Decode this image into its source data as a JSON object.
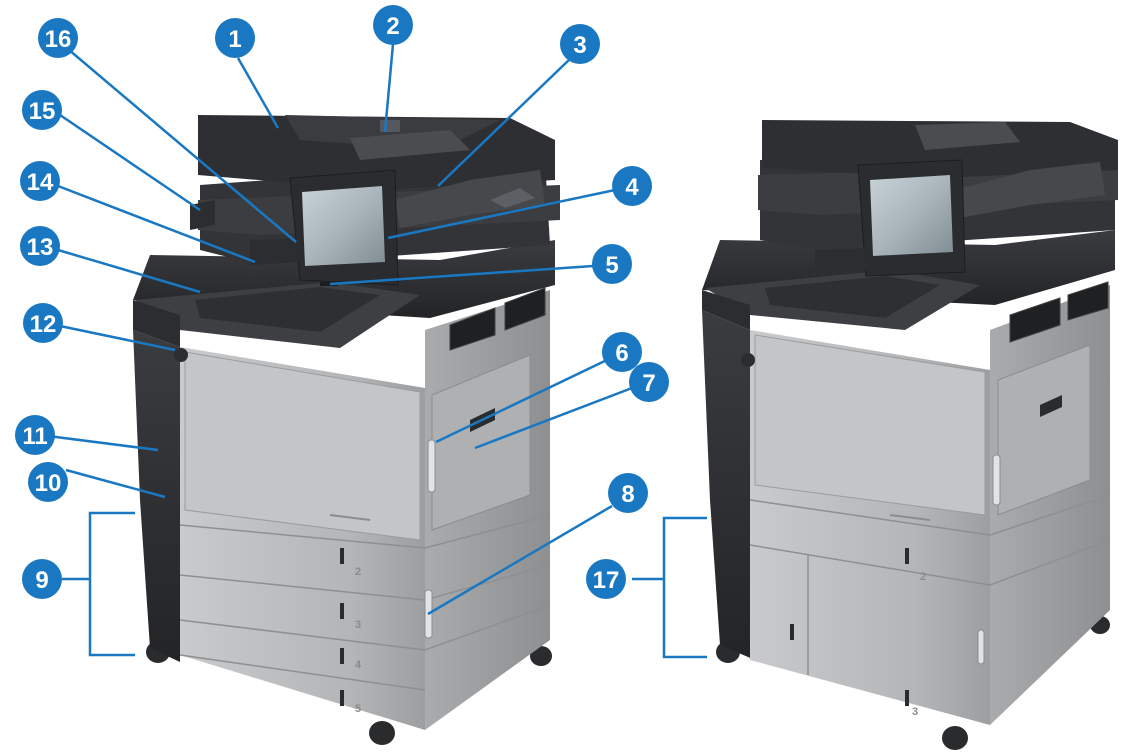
{
  "callouts": [
    {
      "id": "c1",
      "label": "1"
    },
    {
      "id": "c2",
      "label": "2"
    },
    {
      "id": "c3",
      "label": "3"
    },
    {
      "id": "c4",
      "label": "4"
    },
    {
      "id": "c5",
      "label": "5"
    },
    {
      "id": "c6",
      "label": "6"
    },
    {
      "id": "c7",
      "label": "7"
    },
    {
      "id": "c8",
      "label": "8"
    },
    {
      "id": "c9",
      "label": "9"
    },
    {
      "id": "c10",
      "label": "10"
    },
    {
      "id": "c11",
      "label": "11"
    },
    {
      "id": "c12",
      "label": "12"
    },
    {
      "id": "c13",
      "label": "13"
    },
    {
      "id": "c14",
      "label": "14"
    },
    {
      "id": "c15",
      "label": "15"
    },
    {
      "id": "c16",
      "label": "16"
    },
    {
      "id": "c17",
      "label": "17"
    }
  ],
  "printer_left": {
    "tray_labels": {
      "t2": "2",
      "t3": "3",
      "t4": "4",
      "t5": "5"
    }
  },
  "printer_right": {
    "tray_labels": {
      "t2": "2",
      "t3": "3"
    }
  },
  "colors": {
    "callout_fill": "#1a78c2",
    "leader_line": "#1a78c2",
    "body_dark": "#2b2d30",
    "body_gray": "#b9bbbd",
    "body_light": "#d3d4d6",
    "screen": "#b7c3c9"
  }
}
